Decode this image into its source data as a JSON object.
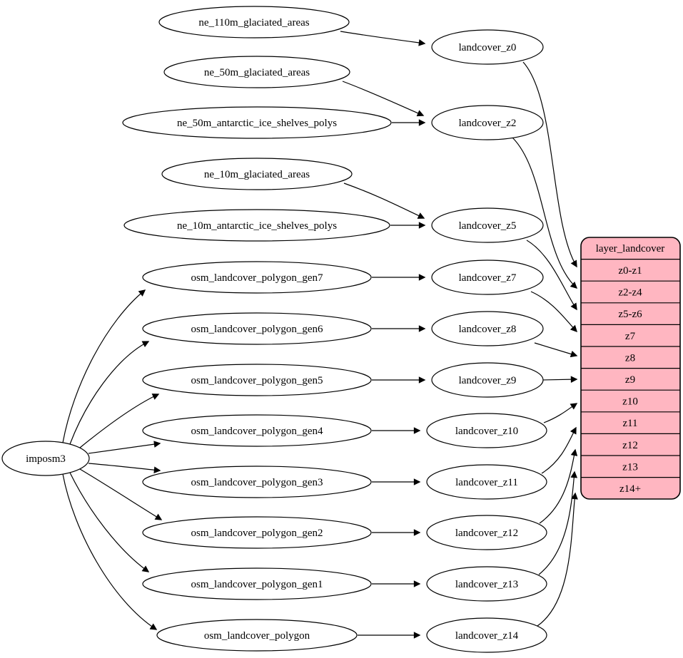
{
  "importer": {
    "label": "imposm3"
  },
  "sources": [
    {
      "label": "ne_110m_glaciated_areas"
    },
    {
      "label": "ne_50m_glaciated_areas"
    },
    {
      "label": "ne_50m_antarctic_ice_shelves_polys"
    },
    {
      "label": "ne_10m_glaciated_areas"
    },
    {
      "label": "ne_10m_antarctic_ice_shelves_polys"
    },
    {
      "label": "osm_landcover_polygon_gen7"
    },
    {
      "label": "osm_landcover_polygon_gen6"
    },
    {
      "label": "osm_landcover_polygon_gen5"
    },
    {
      "label": "osm_landcover_polygon_gen4"
    },
    {
      "label": "osm_landcover_polygon_gen3"
    },
    {
      "label": "osm_landcover_polygon_gen2"
    },
    {
      "label": "osm_landcover_polygon_gen1"
    },
    {
      "label": "osm_landcover_polygon"
    }
  ],
  "stages": [
    {
      "label": "landcover_z0"
    },
    {
      "label": "landcover_z2"
    },
    {
      "label": "landcover_z5"
    },
    {
      "label": "landcover_z7"
    },
    {
      "label": "landcover_z8"
    },
    {
      "label": "landcover_z9"
    },
    {
      "label": "landcover_z10"
    },
    {
      "label": "landcover_z11"
    },
    {
      "label": "landcover_z12"
    },
    {
      "label": "landcover_z13"
    },
    {
      "label": "landcover_z14"
    }
  ],
  "layer_table": {
    "title": "layer_landcover",
    "rows": [
      {
        "label": "z0-z1"
      },
      {
        "label": "z2-z4"
      },
      {
        "label": "z5-z6"
      },
      {
        "label": "z7"
      },
      {
        "label": "z8"
      },
      {
        "label": "z9"
      },
      {
        "label": "z10"
      },
      {
        "label": "z11"
      },
      {
        "label": "z12"
      },
      {
        "label": "z13"
      },
      {
        "label": "z14+"
      }
    ]
  },
  "colors": {
    "table_fill": "#ffb6c1",
    "node_fill": "#ffffff",
    "stroke": "#000000",
    "background": "#ffffff"
  },
  "edges": {
    "importer_to_sources": [
      [
        "imposm3",
        "osm_landcover_polygon_gen7"
      ],
      [
        "imposm3",
        "osm_landcover_polygon_gen6"
      ],
      [
        "imposm3",
        "osm_landcover_polygon_gen5"
      ],
      [
        "imposm3",
        "osm_landcover_polygon_gen4"
      ],
      [
        "imposm3",
        "osm_landcover_polygon_gen3"
      ],
      [
        "imposm3",
        "osm_landcover_polygon_gen2"
      ],
      [
        "imposm3",
        "osm_landcover_polygon_gen1"
      ],
      [
        "imposm3",
        "osm_landcover_polygon"
      ]
    ],
    "sources_to_stages": [
      [
        "ne_110m_glaciated_areas",
        "landcover_z0"
      ],
      [
        "ne_50m_glaciated_areas",
        "landcover_z2"
      ],
      [
        "ne_50m_antarctic_ice_shelves_polys",
        "landcover_z2"
      ],
      [
        "ne_10m_glaciated_areas",
        "landcover_z5"
      ],
      [
        "ne_10m_antarctic_ice_shelves_polys",
        "landcover_z5"
      ],
      [
        "osm_landcover_polygon_gen7",
        "landcover_z7"
      ],
      [
        "osm_landcover_polygon_gen6",
        "landcover_z8"
      ],
      [
        "osm_landcover_polygon_gen5",
        "landcover_z9"
      ],
      [
        "osm_landcover_polygon_gen4",
        "landcover_z10"
      ],
      [
        "osm_landcover_polygon_gen3",
        "landcover_z11"
      ],
      [
        "osm_landcover_polygon_gen2",
        "landcover_z12"
      ],
      [
        "osm_landcover_polygon_gen1",
        "landcover_z13"
      ],
      [
        "osm_landcover_polygon",
        "landcover_z14"
      ]
    ],
    "stages_to_table_rows": [
      [
        "landcover_z0",
        "z0-z1"
      ],
      [
        "landcover_z2",
        "z2-z4"
      ],
      [
        "landcover_z5",
        "z5-z6"
      ],
      [
        "landcover_z7",
        "z7"
      ],
      [
        "landcover_z8",
        "z8"
      ],
      [
        "landcover_z9",
        "z9"
      ],
      [
        "landcover_z10",
        "z10"
      ],
      [
        "landcover_z11",
        "z11"
      ],
      [
        "landcover_z12",
        "z12"
      ],
      [
        "landcover_z13",
        "z13"
      ],
      [
        "landcover_z14",
        "z14+"
      ]
    ]
  }
}
